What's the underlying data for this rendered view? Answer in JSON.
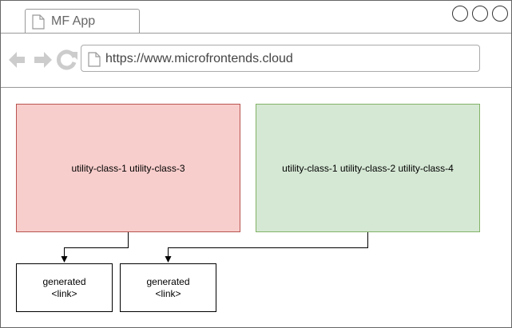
{
  "window": {
    "tab_title": "MF App",
    "tab_icon": "page-icon",
    "controls": [
      "minimize-circle",
      "maximize-circle",
      "close-circle"
    ]
  },
  "toolbar": {
    "back_icon": "back-arrow-icon",
    "forward_icon": "forward-arrow-icon",
    "reload_icon": "reload-icon",
    "address_icon": "page-icon",
    "url": "https://www.microfrontends.cloud"
  },
  "diagram": {
    "boxes": [
      {
        "label": "utility-class-1 utility-class-3",
        "fill": "#f8cecc",
        "stroke": "#b85450"
      },
      {
        "label": "utility-class-1 utility-class-2 utility-class-4",
        "fill": "#d5e8d4",
        "stroke": "#82b366"
      }
    ],
    "generated": [
      {
        "line1": "generated",
        "line2": "<link>"
      },
      {
        "line1": "generated",
        "line2": "<link>"
      }
    ]
  }
}
